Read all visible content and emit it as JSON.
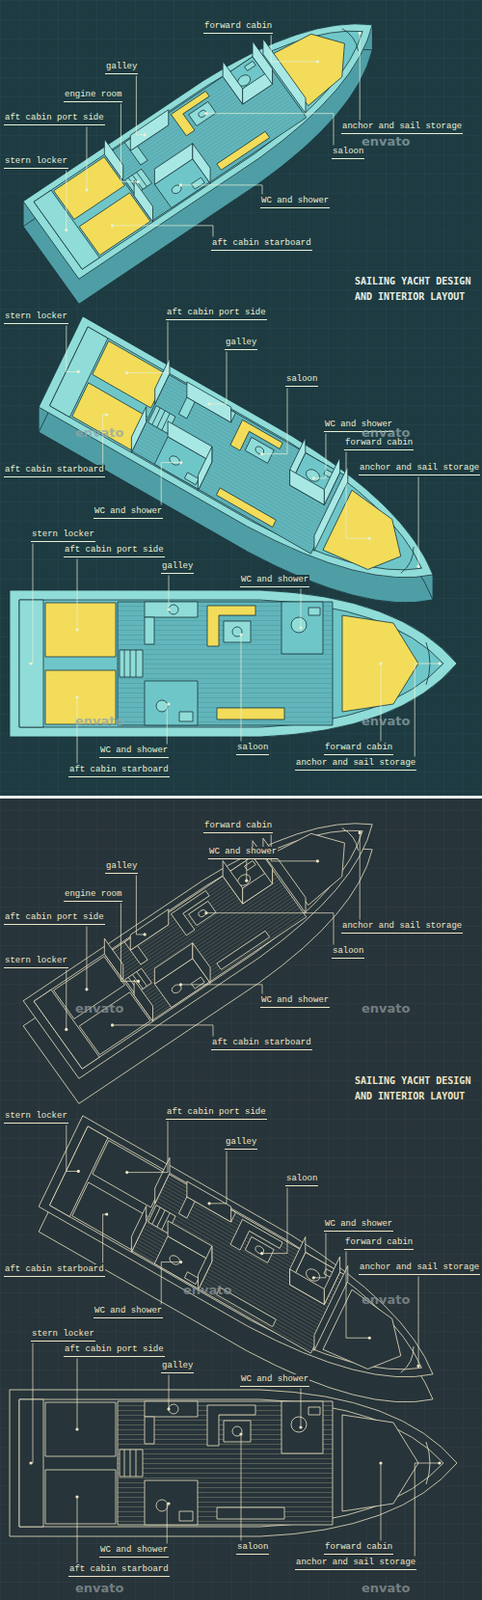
{
  "diagram": {
    "title": "SAILING YACHT DESIGN AND INTERIOR LAYOUT",
    "labels": [
      "forward cabin",
      "galley",
      "engine room",
      "aft cabin port side",
      "stern locker",
      "anchor and sail storage",
      "saloon",
      "WC and shower",
      "aft cabin starboard",
      "stern locker",
      "aft cabin port side",
      "galley",
      "saloon",
      "WC and shower",
      "forward cabin",
      "anchor and sail storage",
      "aft cabin starboard",
      "WC and shower",
      "stern locker",
      "aft cabin port side",
      "galley",
      "WC and shower",
      "WC and shower",
      "saloon",
      "forward cabin",
      "anchor and sail storage",
      "aft cabin starboard",
      "envato",
      "envato",
      "envato",
      "envato",
      "envato",
      "forward cabin",
      "WC and shower",
      "galley",
      "engine room",
      "aft cabin port side",
      "stern locker",
      "anchor and sail storage",
      "saloon",
      "WC and shower",
      "aft cabin starboard",
      "SAILING YACHT DESIGN AND INTERIOR LAYOUT",
      "stern locker",
      "aft cabin port side",
      "galley",
      "saloon",
      "WC and shower",
      "forward cabin",
      "anchor and sail storage",
      "aft cabin starboard",
      "WC and shower",
      "stern locker",
      "aft cabin port side",
      "galley",
      "WC and shower",
      "WC and shower",
      "saloon",
      "forward cabin",
      "anchor and sail storage",
      "aft cabin starboard",
      "envato",
      "envato",
      "envato",
      "envato",
      "envato",
      "envato"
    ]
  }
}
